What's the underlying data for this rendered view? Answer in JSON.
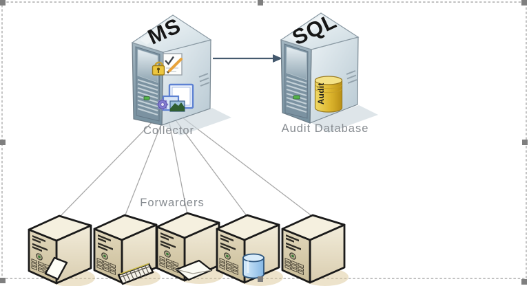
{
  "diagram": {
    "collector": {
      "badge": "MS",
      "caption": "Collector"
    },
    "audit_database": {
      "badge": "SQL",
      "caption": "Audit Database",
      "cylinder_label": "Audit"
    },
    "forwarders": {
      "caption": "Forwarders",
      "count": 5
    }
  },
  "icons": {
    "collector_task": "checklist-pencil-icon",
    "collector_lock": "padlock-icon",
    "collector_media": "picture-gear-icon",
    "audit_db": "gold-database-cylinder-icon",
    "forwarder_1": "paper-sheet-icon",
    "forwarder_2": "keyboard-icon",
    "forwarder_3": "envelope-icon",
    "forwarder_4": "blue-database-cylinder-icon",
    "forwarder_5": "none"
  },
  "colors": {
    "label": "#858a8f",
    "badge_text": "#161616",
    "arrow": "#44596e",
    "tower_top": "#f5f0df",
    "tower_front": "#d8cdae",
    "tower_side": "#eae2cc",
    "server_front": "#7b92a1",
    "server_side": "#cfdde4",
    "audit_gold": "#e2bd35",
    "db_blue": "#a9cdec",
    "outline": "#1a1a1a",
    "selection_border": "#9c9c9c",
    "selection_handle": "#7f7f7f"
  }
}
